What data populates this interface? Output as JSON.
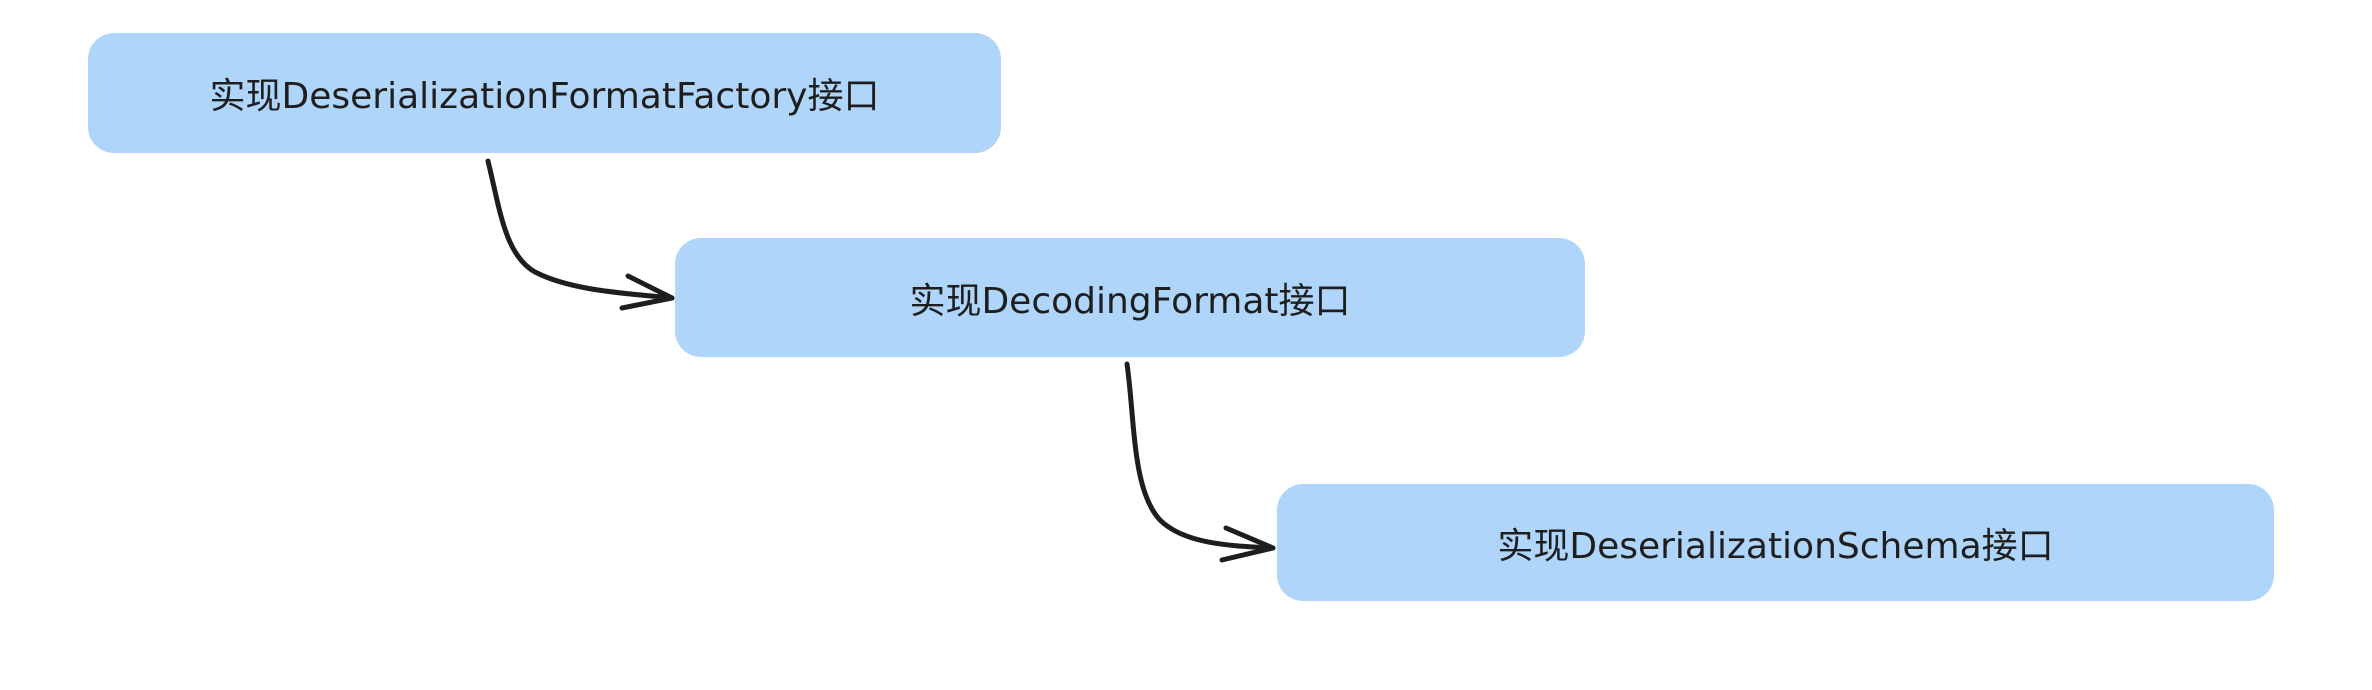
{
  "nodes": [
    {
      "label": "实现DeserializationFormatFactory接口"
    },
    {
      "label": "实现DecodingFormat接口"
    },
    {
      "label": "实现DeserializationSchema接口"
    }
  ],
  "colors": {
    "node_fill": "#afd6fa",
    "arrow": "#1e1e1e"
  }
}
